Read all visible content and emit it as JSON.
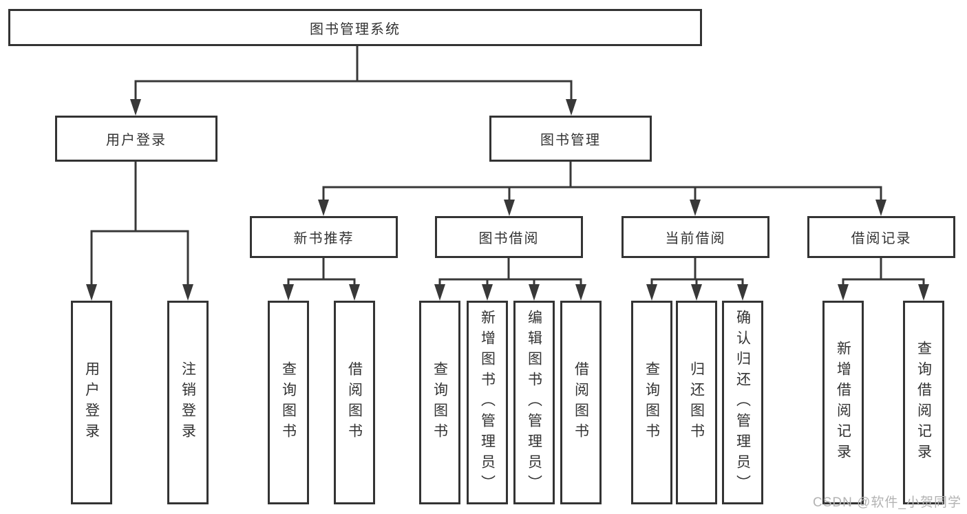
{
  "colors": {
    "ink": "#333333",
    "line": "#383838",
    "watermark": "#b3b3b3",
    "background": "#ffffff"
  },
  "tree": {
    "root": {
      "label": "图书管理系统"
    },
    "branches": [
      {
        "label": "用户登录",
        "children": [
          {
            "label": "用户登录"
          },
          {
            "label": "注销登录"
          }
        ]
      },
      {
        "label": "图书管理",
        "children": [
          {
            "label": "新书推荐",
            "children": [
              {
                "label": "查询图书"
              },
              {
                "label": "借阅图书"
              }
            ]
          },
          {
            "label": "图书借阅",
            "children": [
              {
                "label": "查询图书"
              },
              {
                "label": "新增图书（管理员）"
              },
              {
                "label": "编辑图书（管理员）"
              },
              {
                "label": "借阅图书"
              }
            ]
          },
          {
            "label": "当前借阅",
            "children": [
              {
                "label": "查询图书"
              },
              {
                "label": "归还图书"
              },
              {
                "label": "确认归还（管理员）"
              }
            ]
          },
          {
            "label": "借阅记录",
            "children": [
              {
                "label": "新增借阅记录"
              },
              {
                "label": "查询借阅记录"
              }
            ]
          }
        ]
      }
    ]
  },
  "watermark": {
    "text": "CSDN @软件_小贺同学"
  }
}
